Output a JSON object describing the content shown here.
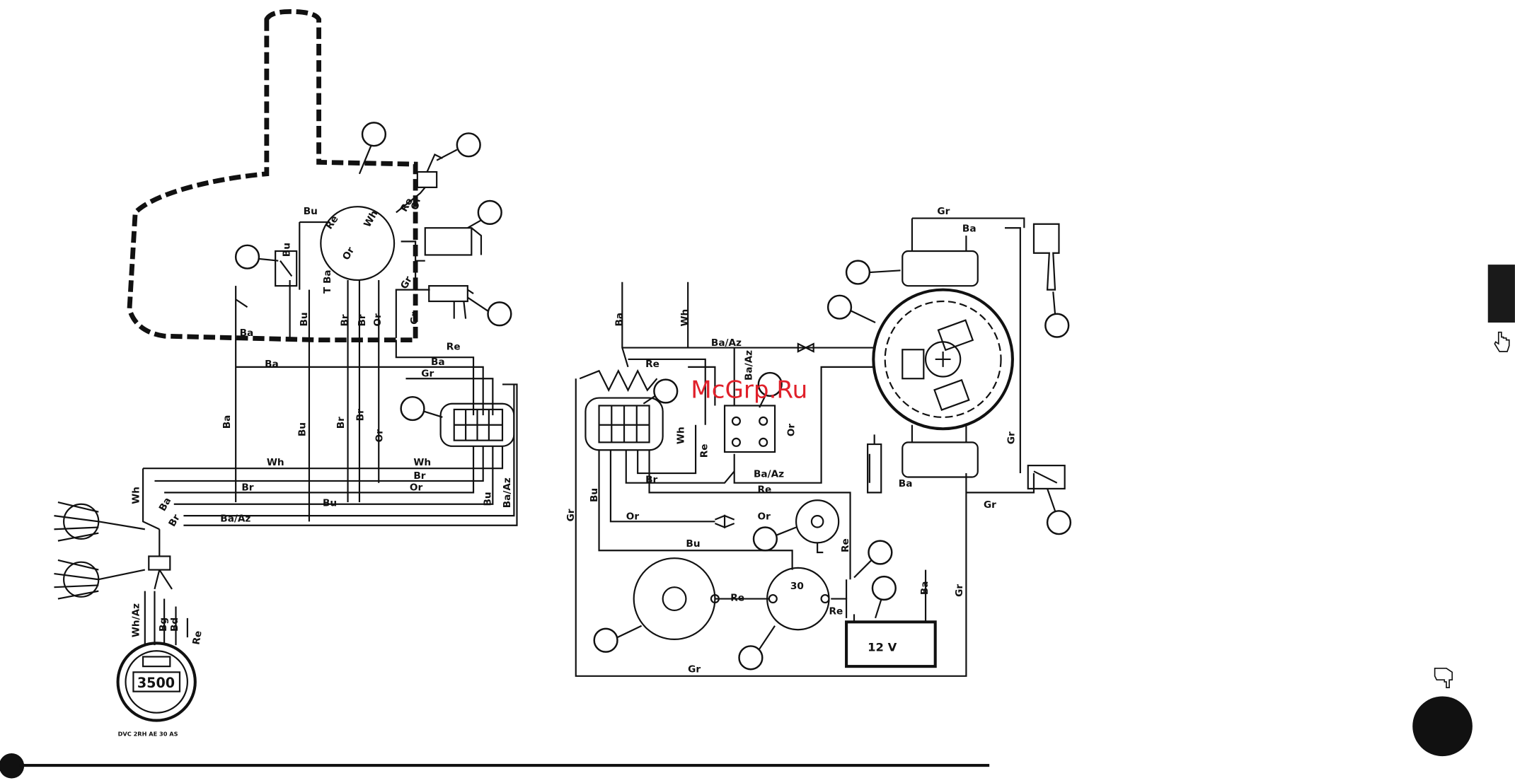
{
  "watermark": "McGrp.Ru",
  "colors": {
    "ink": "#111111",
    "watermark": "#e0202a",
    "side_tab": "#1a1a1a",
    "background": "#ffffff"
  },
  "icons": {
    "next_page": "hand-pointer-right-icon",
    "prev_page": "hand-pointer-down-icon"
  },
  "wire_labels": {
    "bu": "Bu",
    "br": "Br",
    "or": "Or",
    "gr": "Gr",
    "re": "Re",
    "wh": "Wh",
    "ba": "Ba",
    "ba_az": "Ba/Az",
    "bg": "Bg",
    "wh_az": "Wh/Az",
    "bd": "Bd",
    "tba": "T Ba"
  },
  "battery_label": "12 V",
  "tach_display": "3500",
  "part_code": "DVC 2RH AE 30 AS"
}
